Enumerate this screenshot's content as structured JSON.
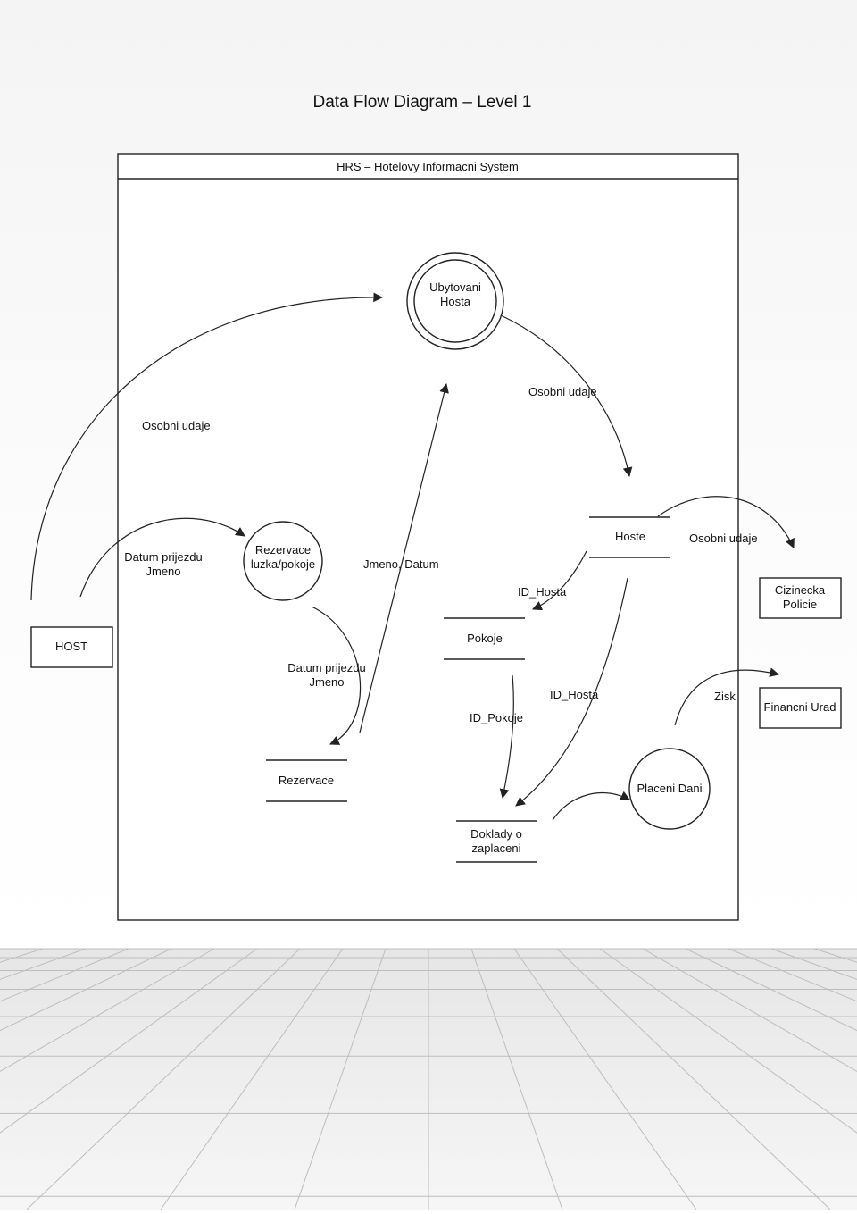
{
  "title": "Data Flow Diagram – Level 1",
  "system_name": "HRS – Hotelovy Informacni System",
  "nodes": {
    "ubytovani": [
      "Ubytovani",
      "Hosta"
    ],
    "rezervace_luzka": [
      "Rezervace",
      "luzka/pokoje"
    ],
    "placeni": [
      "Placeni Dani"
    ],
    "host": [
      "HOST"
    ],
    "cizinecka": [
      "Cizinecka",
      "Policie"
    ],
    "financni": [
      "Financni Urad"
    ],
    "hoste": [
      "Hoste"
    ],
    "pokoje": [
      "Pokoje"
    ],
    "rezervace_store": [
      "Rezervace"
    ],
    "doklady": [
      "Doklady o",
      "zaplaceni"
    ]
  },
  "flows": {
    "host_ubytovani": [
      "Osobni udaje"
    ],
    "host_rezervace": [
      "Datum prijezdu",
      "Jmeno"
    ],
    "rezervace_store": [
      "Datum prijezdu",
      "Jmeno"
    ],
    "store_ubytovani": [
      "Jmeno, Datum"
    ],
    "ubytovani_hoste": [
      "Osobni udaje"
    ],
    "hoste_cizinecka": [
      "Osobni udaje"
    ],
    "hoste_pokoje": [
      "ID_Hosta"
    ],
    "hoste_doklady": [
      "ID_Hosta"
    ],
    "pokoje_doklady": [
      "ID_Pokoje"
    ],
    "placeni_financni": [
      "Zisk"
    ]
  }
}
